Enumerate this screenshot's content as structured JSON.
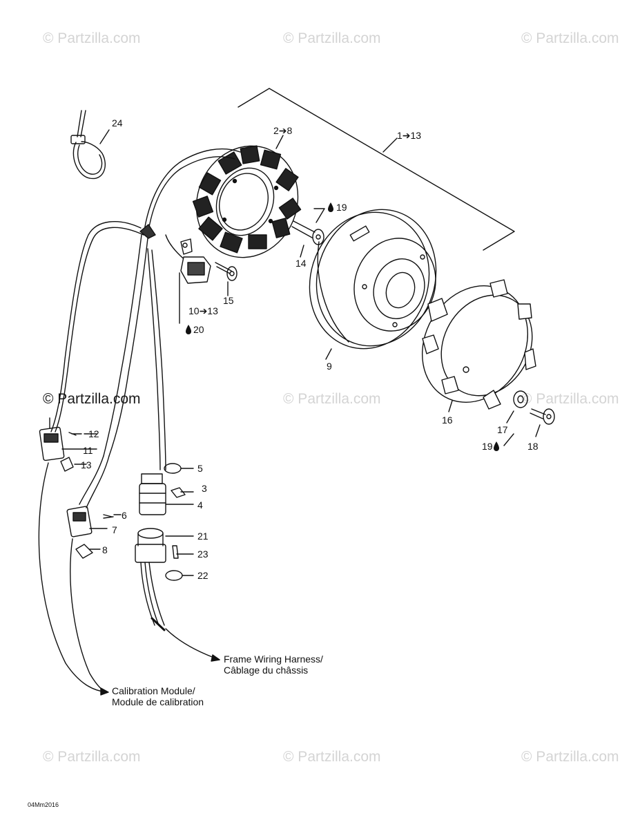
{
  "watermarks": [
    "© Partzilla.com",
    "© Partzilla.com",
    "© Partzilla.com",
    "© Partzilla.com",
    "© Partzilla.com",
    "© Partzilla.com",
    "© Partzilla.com",
    "© Partzilla.com",
    "© Partzilla.com"
  ],
  "callouts": {
    "c24": "24",
    "c2_8": "2➔8",
    "c1_13": "1➔13",
    "c19a": "19",
    "c14": "14",
    "c15": "15",
    "c10_13": "10➔13",
    "c20": "20",
    "c9": "9",
    "c16": "16",
    "c17": "17",
    "c19b": "19",
    "c18": "18",
    "c12": "12",
    "c11": "11",
    "c13": "13",
    "c6": "6",
    "c7": "7",
    "c8": "8",
    "c5": "5",
    "c3": "3",
    "c4": "4",
    "c21": "21",
    "c23": "23",
    "c22": "22"
  },
  "notes": {
    "frame_line1": "Frame Wiring Harness/",
    "frame_line2": "Câblage du châssis",
    "calib_line1": "Calibration Module/",
    "calib_line2": "Module de calibration"
  },
  "diagram_code": "04Mm2016",
  "icons": {
    "drop": "oil-drop-icon"
  }
}
